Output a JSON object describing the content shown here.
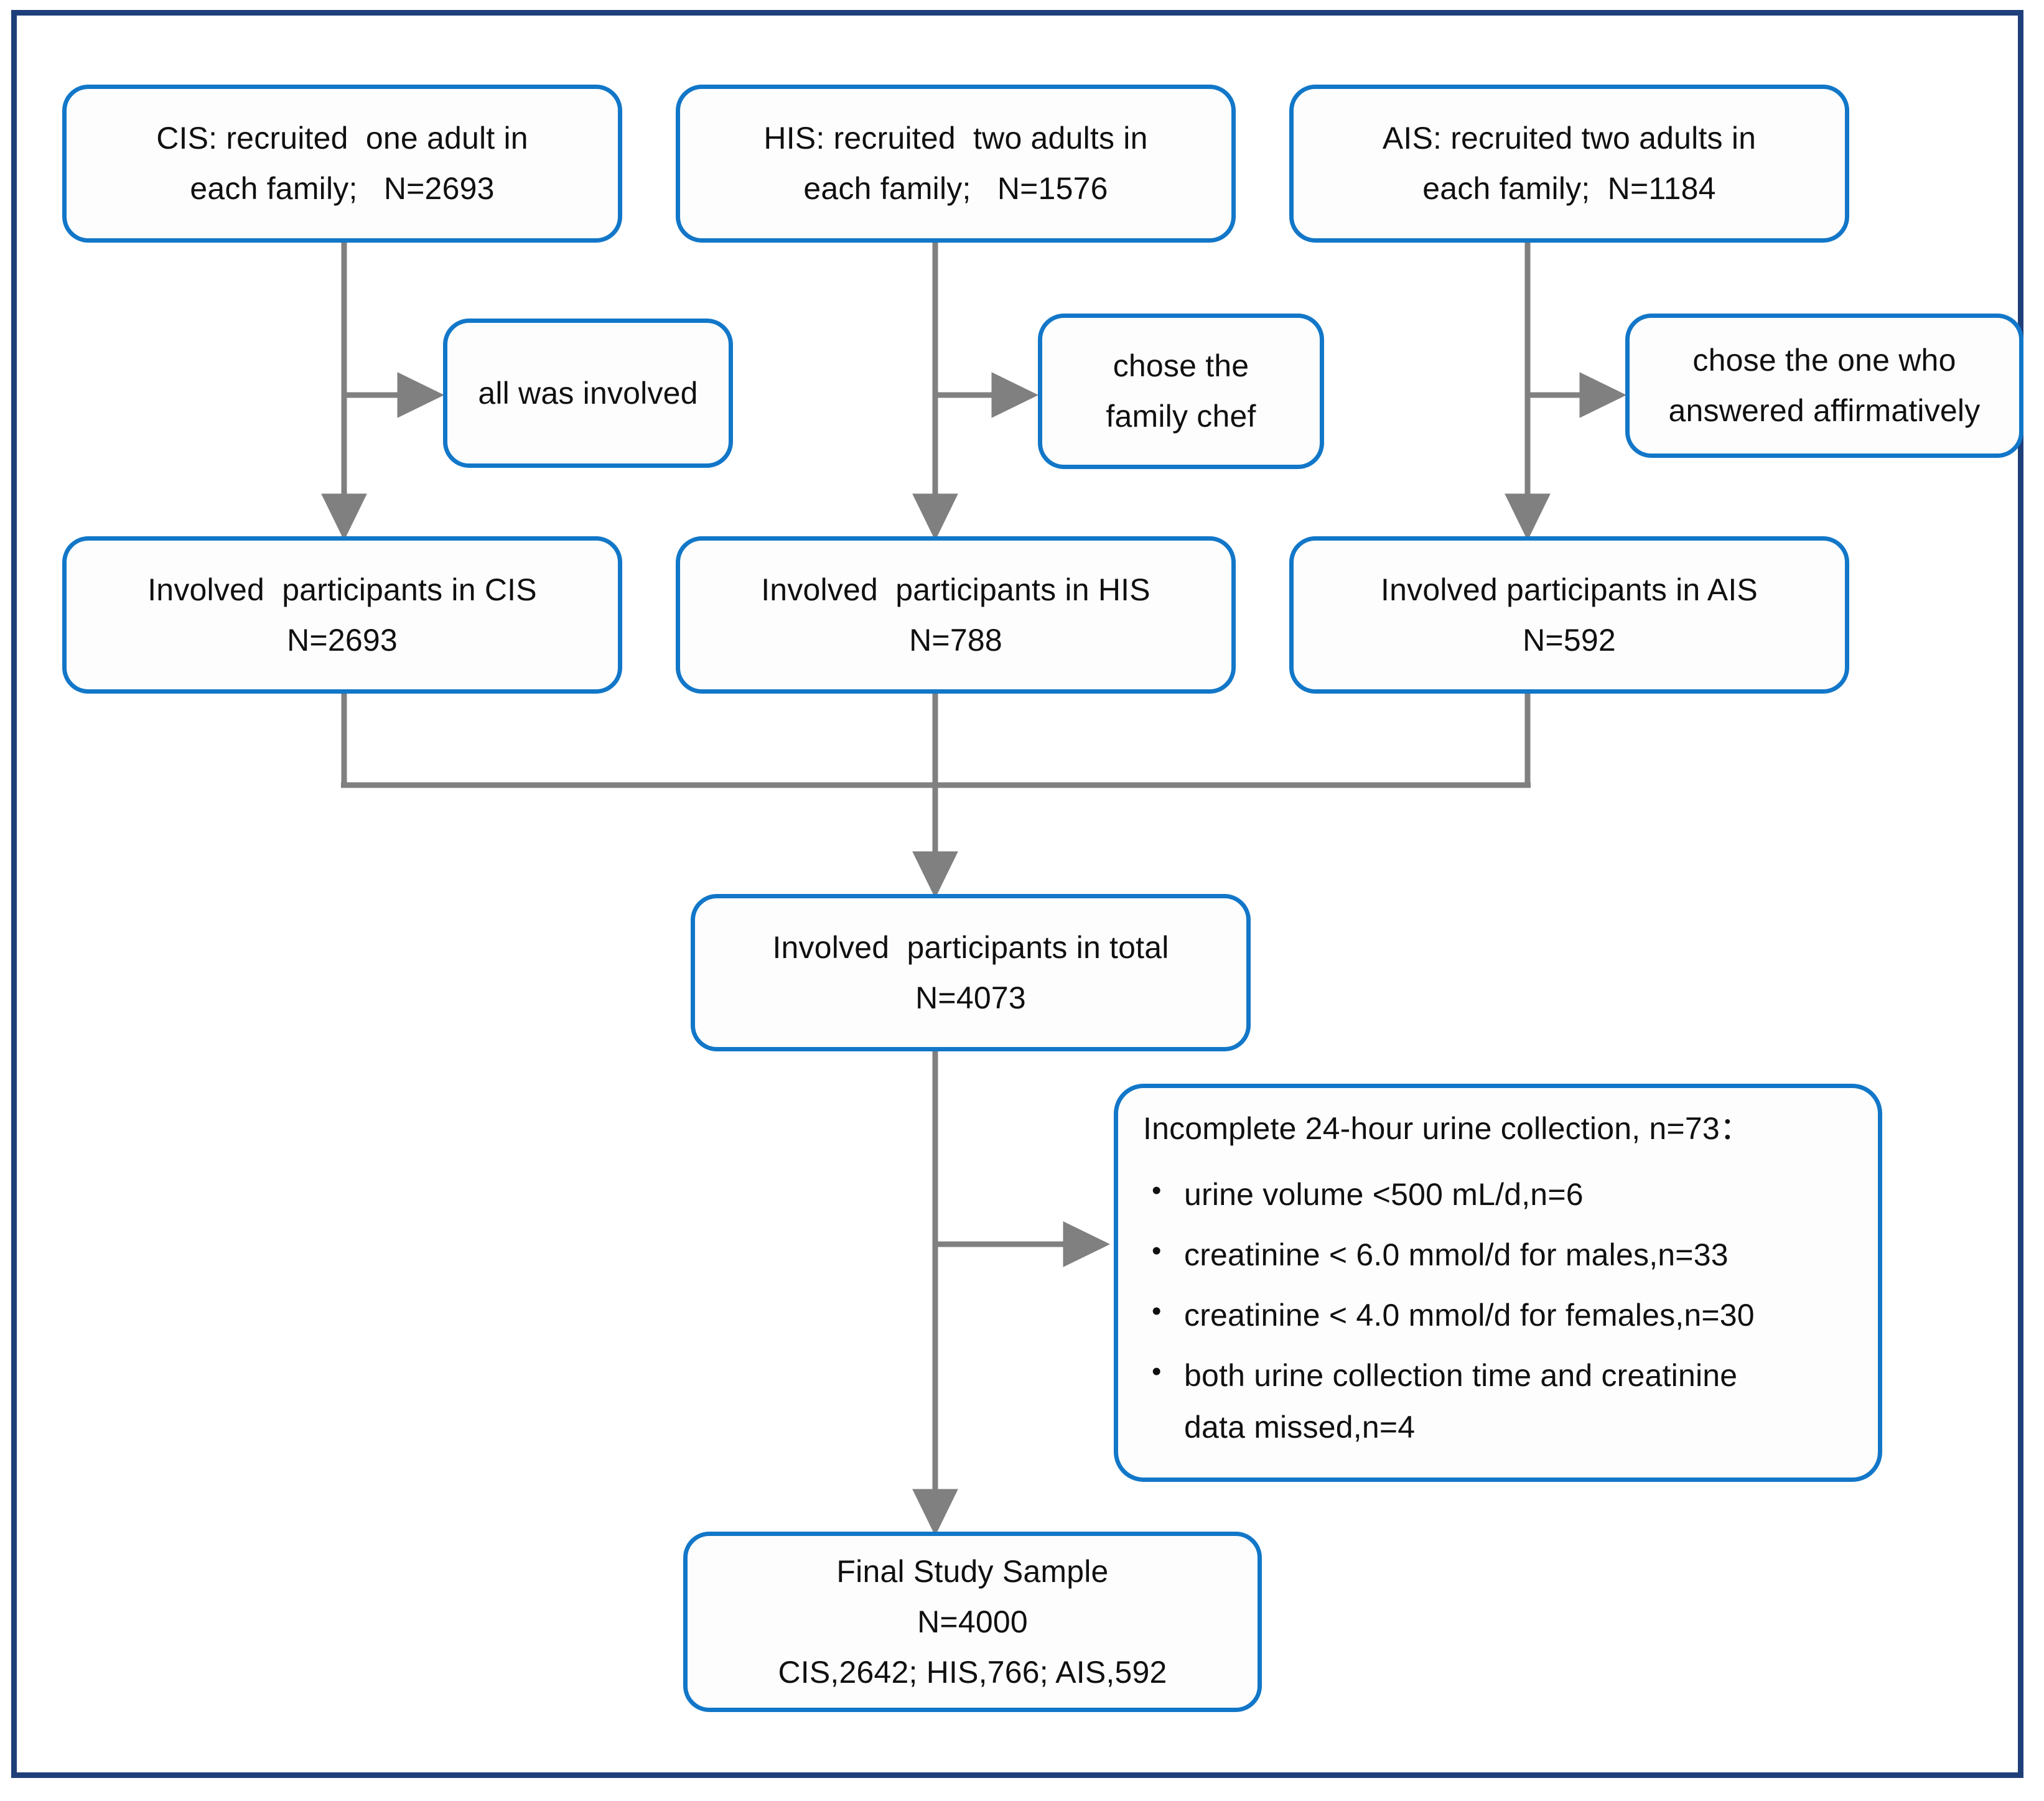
{
  "figure": {
    "type": "flowchart",
    "title": "Study participant selection flow",
    "frame_color": "#1f3f7a",
    "node_border_color": "#1277c8",
    "connector_color": "#808080",
    "text_color": "#101010"
  },
  "nodes": {
    "cis_source": {
      "name": "CIS source cohort",
      "line1": "CIS: recruited  one adult in",
      "line2": "each family;   N=2693"
    },
    "his_source": {
      "name": "HIS source cohort",
      "line1": "HIS: recruited  two adults in",
      "line2": "each family;   N=1576"
    },
    "ais_source": {
      "name": "AIS source cohort",
      "line1": "AIS: recruited two adults in",
      "line2": "each family;  N=1184"
    },
    "cis_rule": {
      "name": "CIS selection rule",
      "line1": "all was involved"
    },
    "his_rule": {
      "name": "HIS selection rule",
      "line1": "chose the",
      "line2": "family chef"
    },
    "ais_rule": {
      "name": "AIS selection rule",
      "line1": "chose the one who",
      "line2": "answered affirmatively"
    },
    "cis_involved": {
      "name": "CIS involved participants",
      "line1": "Involved  participants in CIS",
      "line2": "N=2693"
    },
    "his_involved": {
      "name": "HIS involved participants",
      "line1": "Involved  participants in HIS",
      "line2": "N=788"
    },
    "ais_involved": {
      "name": "AIS involved participants",
      "line1": "Involved participants in AIS",
      "line2": "N=592"
    },
    "total_involved": {
      "name": "Total involved participants",
      "line1": "Involved  participants in total",
      "line2": "N=4073"
    },
    "exclusions": {
      "name": "Exclusion criteria panel",
      "title": "Incomplete 24-hour urine collection, n=73：",
      "items": [
        {
          "text": "urine volume <500 mL/d,n=6",
          "cont": ""
        },
        {
          "text": "creatinine < 6.0 mmol/d for males,n=33",
          "cont": ""
        },
        {
          "text": "creatinine < 4.0 mmol/d for females,n=30",
          "cont": ""
        },
        {
          "text": "both urine collection time and creatinine",
          "cont": "data missed,n=4"
        }
      ]
    },
    "final_sample": {
      "name": "Final study sample",
      "line1": "Final Study Sample",
      "line2": "N=4000",
      "line3": "CIS,2642; HIS,766; AIS,592"
    }
  },
  "flow_data": {
    "source_totals": {
      "CIS": 2693,
      "HIS": 1576,
      "AIS": 1184
    },
    "involved_totals": {
      "CIS": 2693,
      "HIS": 788,
      "AIS": 592
    },
    "combined_involved": 4073,
    "excluded_total": 73,
    "excluded_breakdown": {
      "urine_volume_under_500_mL_per_day": 6,
      "creatinine_under_6_mmol_per_day_males": 33,
      "creatinine_under_4_mmol_per_day_females": 30,
      "missing_collection_time_and_creatinine": 4
    },
    "final_total": 4000,
    "final_breakdown": {
      "CIS": 2642,
      "HIS": 766,
      "AIS": 592
    }
  }
}
